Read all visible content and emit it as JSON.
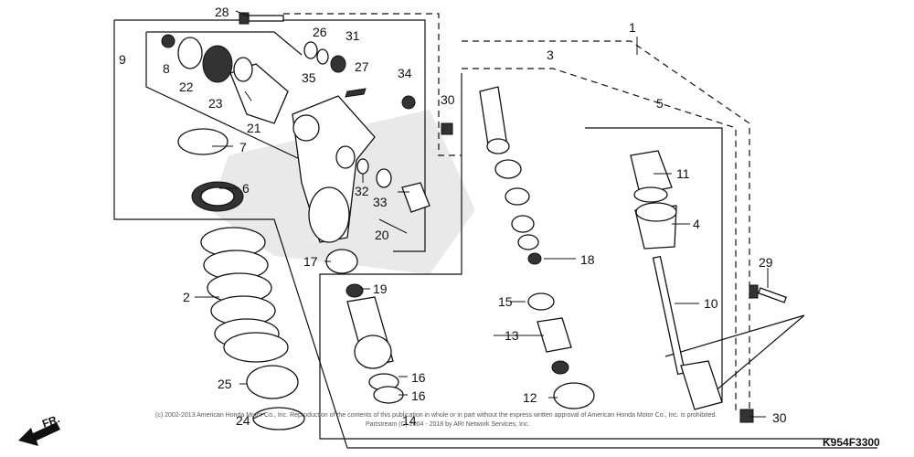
{
  "diagram_code": "K954F3300",
  "orientation_label": "FR.",
  "copyright_line1": "(c) 2002-2013 American Honda Motor Co., Inc. Reproduction of the contents of this publication in whole or in part without the express written approval of American Honda Motor Co., Inc. is prohibited.",
  "copyright_line2": "Partstream (C) 2004 - 2018 by ARI Network Services, Inc.",
  "callouts": [
    "1",
    "2",
    "3",
    "4",
    "5",
    "6",
    "7",
    "8",
    "9",
    "10",
    "11",
    "12",
    "13",
    "14",
    "15",
    "16",
    "16",
    "17",
    "18",
    "19",
    "20",
    "21",
    "22",
    "23",
    "24",
    "25",
    "26",
    "27",
    "28",
    "29",
    "30",
    "30",
    "31",
    "32",
    "33",
    "34",
    "35"
  ]
}
